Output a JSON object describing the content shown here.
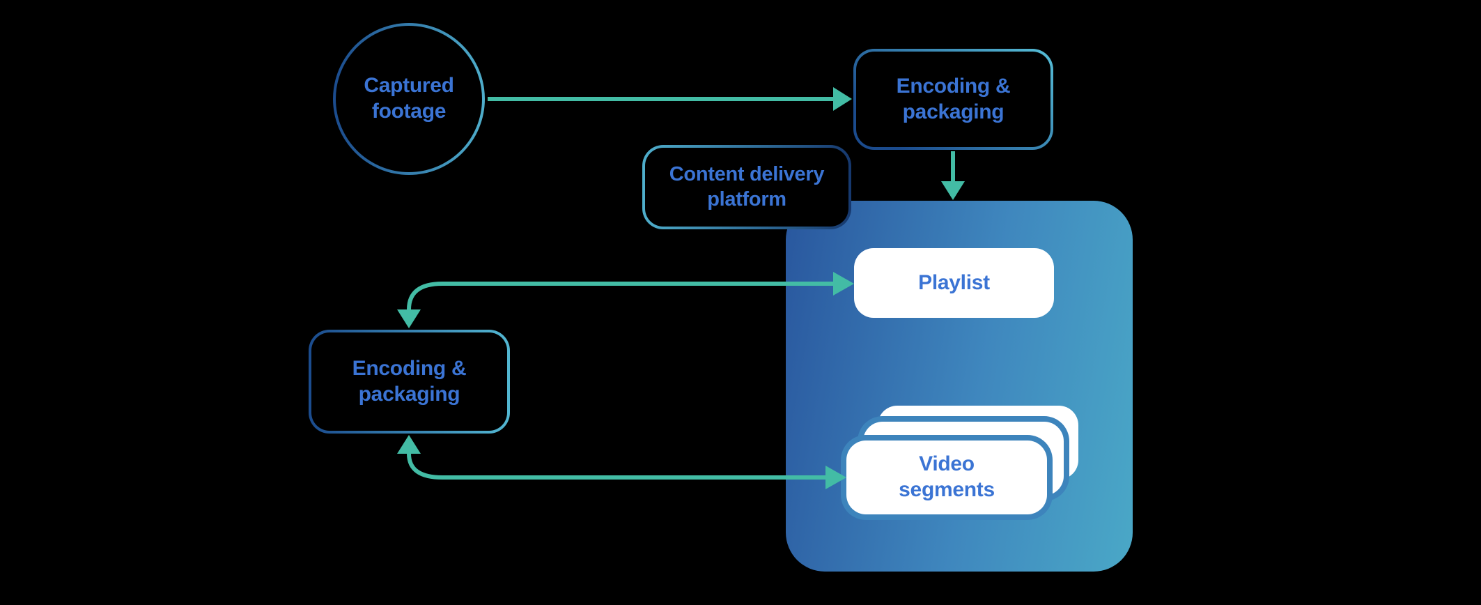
{
  "diagram": {
    "type": "flowchart",
    "nodes": {
      "captured_footage": {
        "shape": "circle",
        "label": "Captured footage"
      },
      "encoding_packaging_top": {
        "shape": "rounded-rect",
        "label": "Encoding & packaging"
      },
      "content_delivery_platform": {
        "shape": "rounded-rect-label",
        "label": "Content delivery platform"
      },
      "playlist": {
        "shape": "white-rounded-rect",
        "label": "Playlist"
      },
      "video_segments": {
        "shape": "white-card-stack",
        "stack_count": 3,
        "label": "Video segments"
      },
      "encoding_packaging_left": {
        "shape": "rounded-rect",
        "label": "Encoding & packaging"
      }
    },
    "edges": [
      {
        "from": "captured_footage",
        "to": "encoding_packaging_top",
        "bidirectional": false
      },
      {
        "from": "encoding_packaging_top",
        "to": "content_delivery_platform",
        "bidirectional": false
      },
      {
        "from": "encoding_packaging_left",
        "to": "playlist",
        "bidirectional": true
      },
      {
        "from": "encoding_packaging_left",
        "to": "video_segments",
        "bidirectional": true
      }
    ]
  },
  "colors": {
    "background": "#000000",
    "arrow": "#43BCA5",
    "text_blue": "#3B74D4",
    "navy": "#1B4B8D",
    "navy_dark": "#16386E",
    "cyan": "#4FAECB",
    "cyan_bright": "#53B7D2",
    "platform_start": "#29579E",
    "platform_mid": "#3F87BE",
    "platform_end": "#4AA8C7",
    "card_gap": "#3D84BC",
    "white": "#FFFFFF"
  }
}
